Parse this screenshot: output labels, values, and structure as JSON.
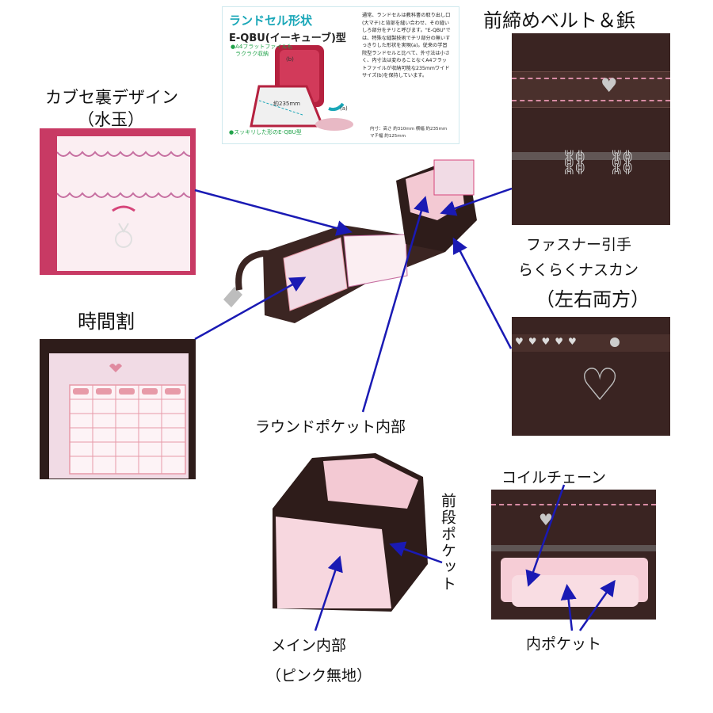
{
  "labels": {
    "kabuse_title": "カブセ裏デザイン",
    "kabuse_sub": "（水玉）",
    "jikanwari": "時間割",
    "front_belt": "前締めベルト＆鋲",
    "fastener_1": "ファスナー引手",
    "fastener_2": "らくらくナスカン",
    "fastener_3": "（左右両方）",
    "round_pocket": "ラウンドポケット内部",
    "front_pocket": "前段ポケット",
    "main_inner_1": "メイン内部",
    "main_inner_2": "（ピンク無地）",
    "coil_chain": "コイルチェーン",
    "inner_pocket": "内ポケット"
  },
  "info": {
    "title": "ランドセル形状",
    "model": "E-QBU(イーキューブ)型",
    "note_a4_1": "●A4フラットファイルも",
    "note_a4_2": "ラクラク収納",
    "note_bottom": "●スッキリした形のE-QBU型",
    "dim_235": "約235mm",
    "dim_a": "(a)",
    "dim_b": "(b)",
    "body": "通常、ランドセルは教科書の取り出し口(大マチ)と背部を縫い合わせ、その縫いしろ部分をチリと呼びます。\"E-QBU\"では、特殊な縫製技術でチリ部分の無いすっきりした形状を実現(a)。従来の学習院型ランドセルと比べて、外寸法は小さく、内寸法は変わることなくA4フラットファイルが収納可能な235mmワイドサイズ(b)を保持しています。",
    "spec": "内寸：高さ 約310mm 横幅 約235mm　マチ幅 約125mm"
  },
  "colors": {
    "callout_line": "#1a1ab4",
    "bag_brown": "#3b2522",
    "lining_pink": "#f3c9d3",
    "accent_pink": "#d6457a",
    "info_teal": "#1aa7b8"
  }
}
